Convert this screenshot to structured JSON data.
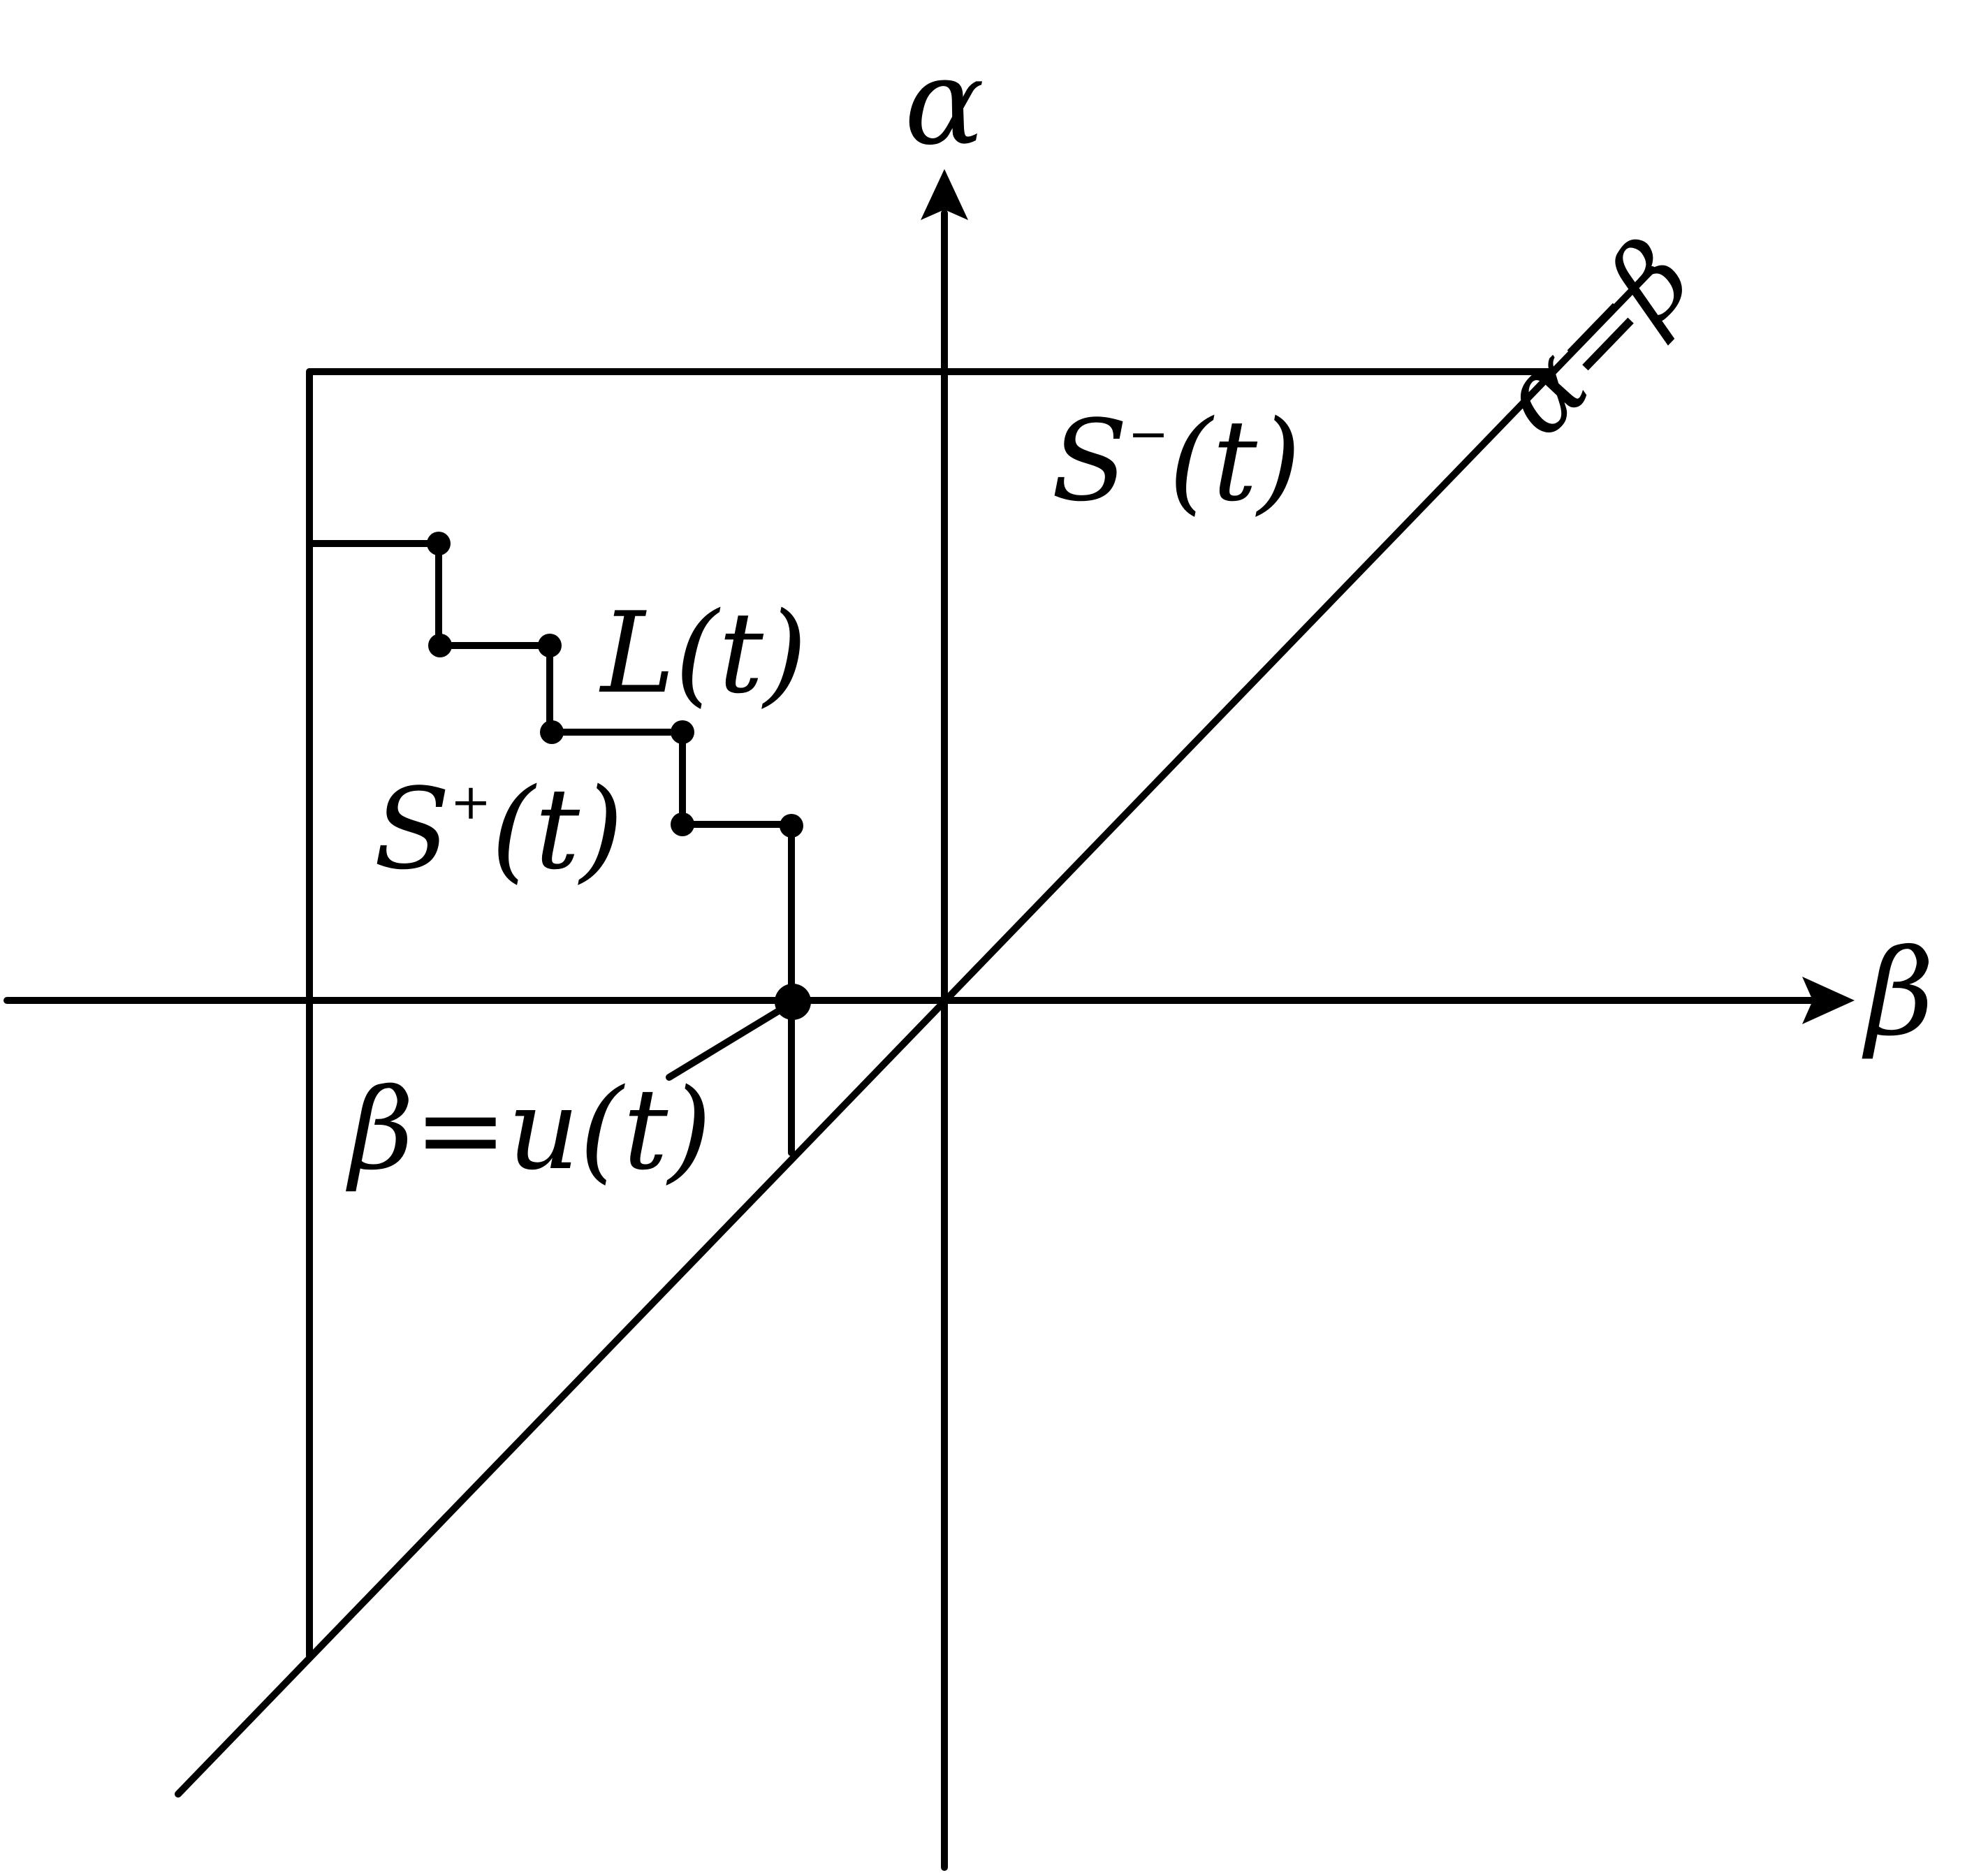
{
  "axes": {
    "vertical_label": "α",
    "horizontal_label": "β"
  },
  "labels": {
    "diagonal_lhs": "α",
    "diagonal_eq": "=",
    "diagonal_rhs": "β",
    "s_minus_base": "S",
    "s_minus_sup": "−",
    "s_minus_arg": "(t)",
    "l_of_t": "L(t)",
    "s_plus_base": "S",
    "s_plus_sup": "+",
    "s_plus_arg": "(t)",
    "u_lhs": "β",
    "u_eq": "=",
    "u_rhs": "u(t)"
  },
  "colors": {
    "stroke": "#000000",
    "background": "#ffffff"
  }
}
